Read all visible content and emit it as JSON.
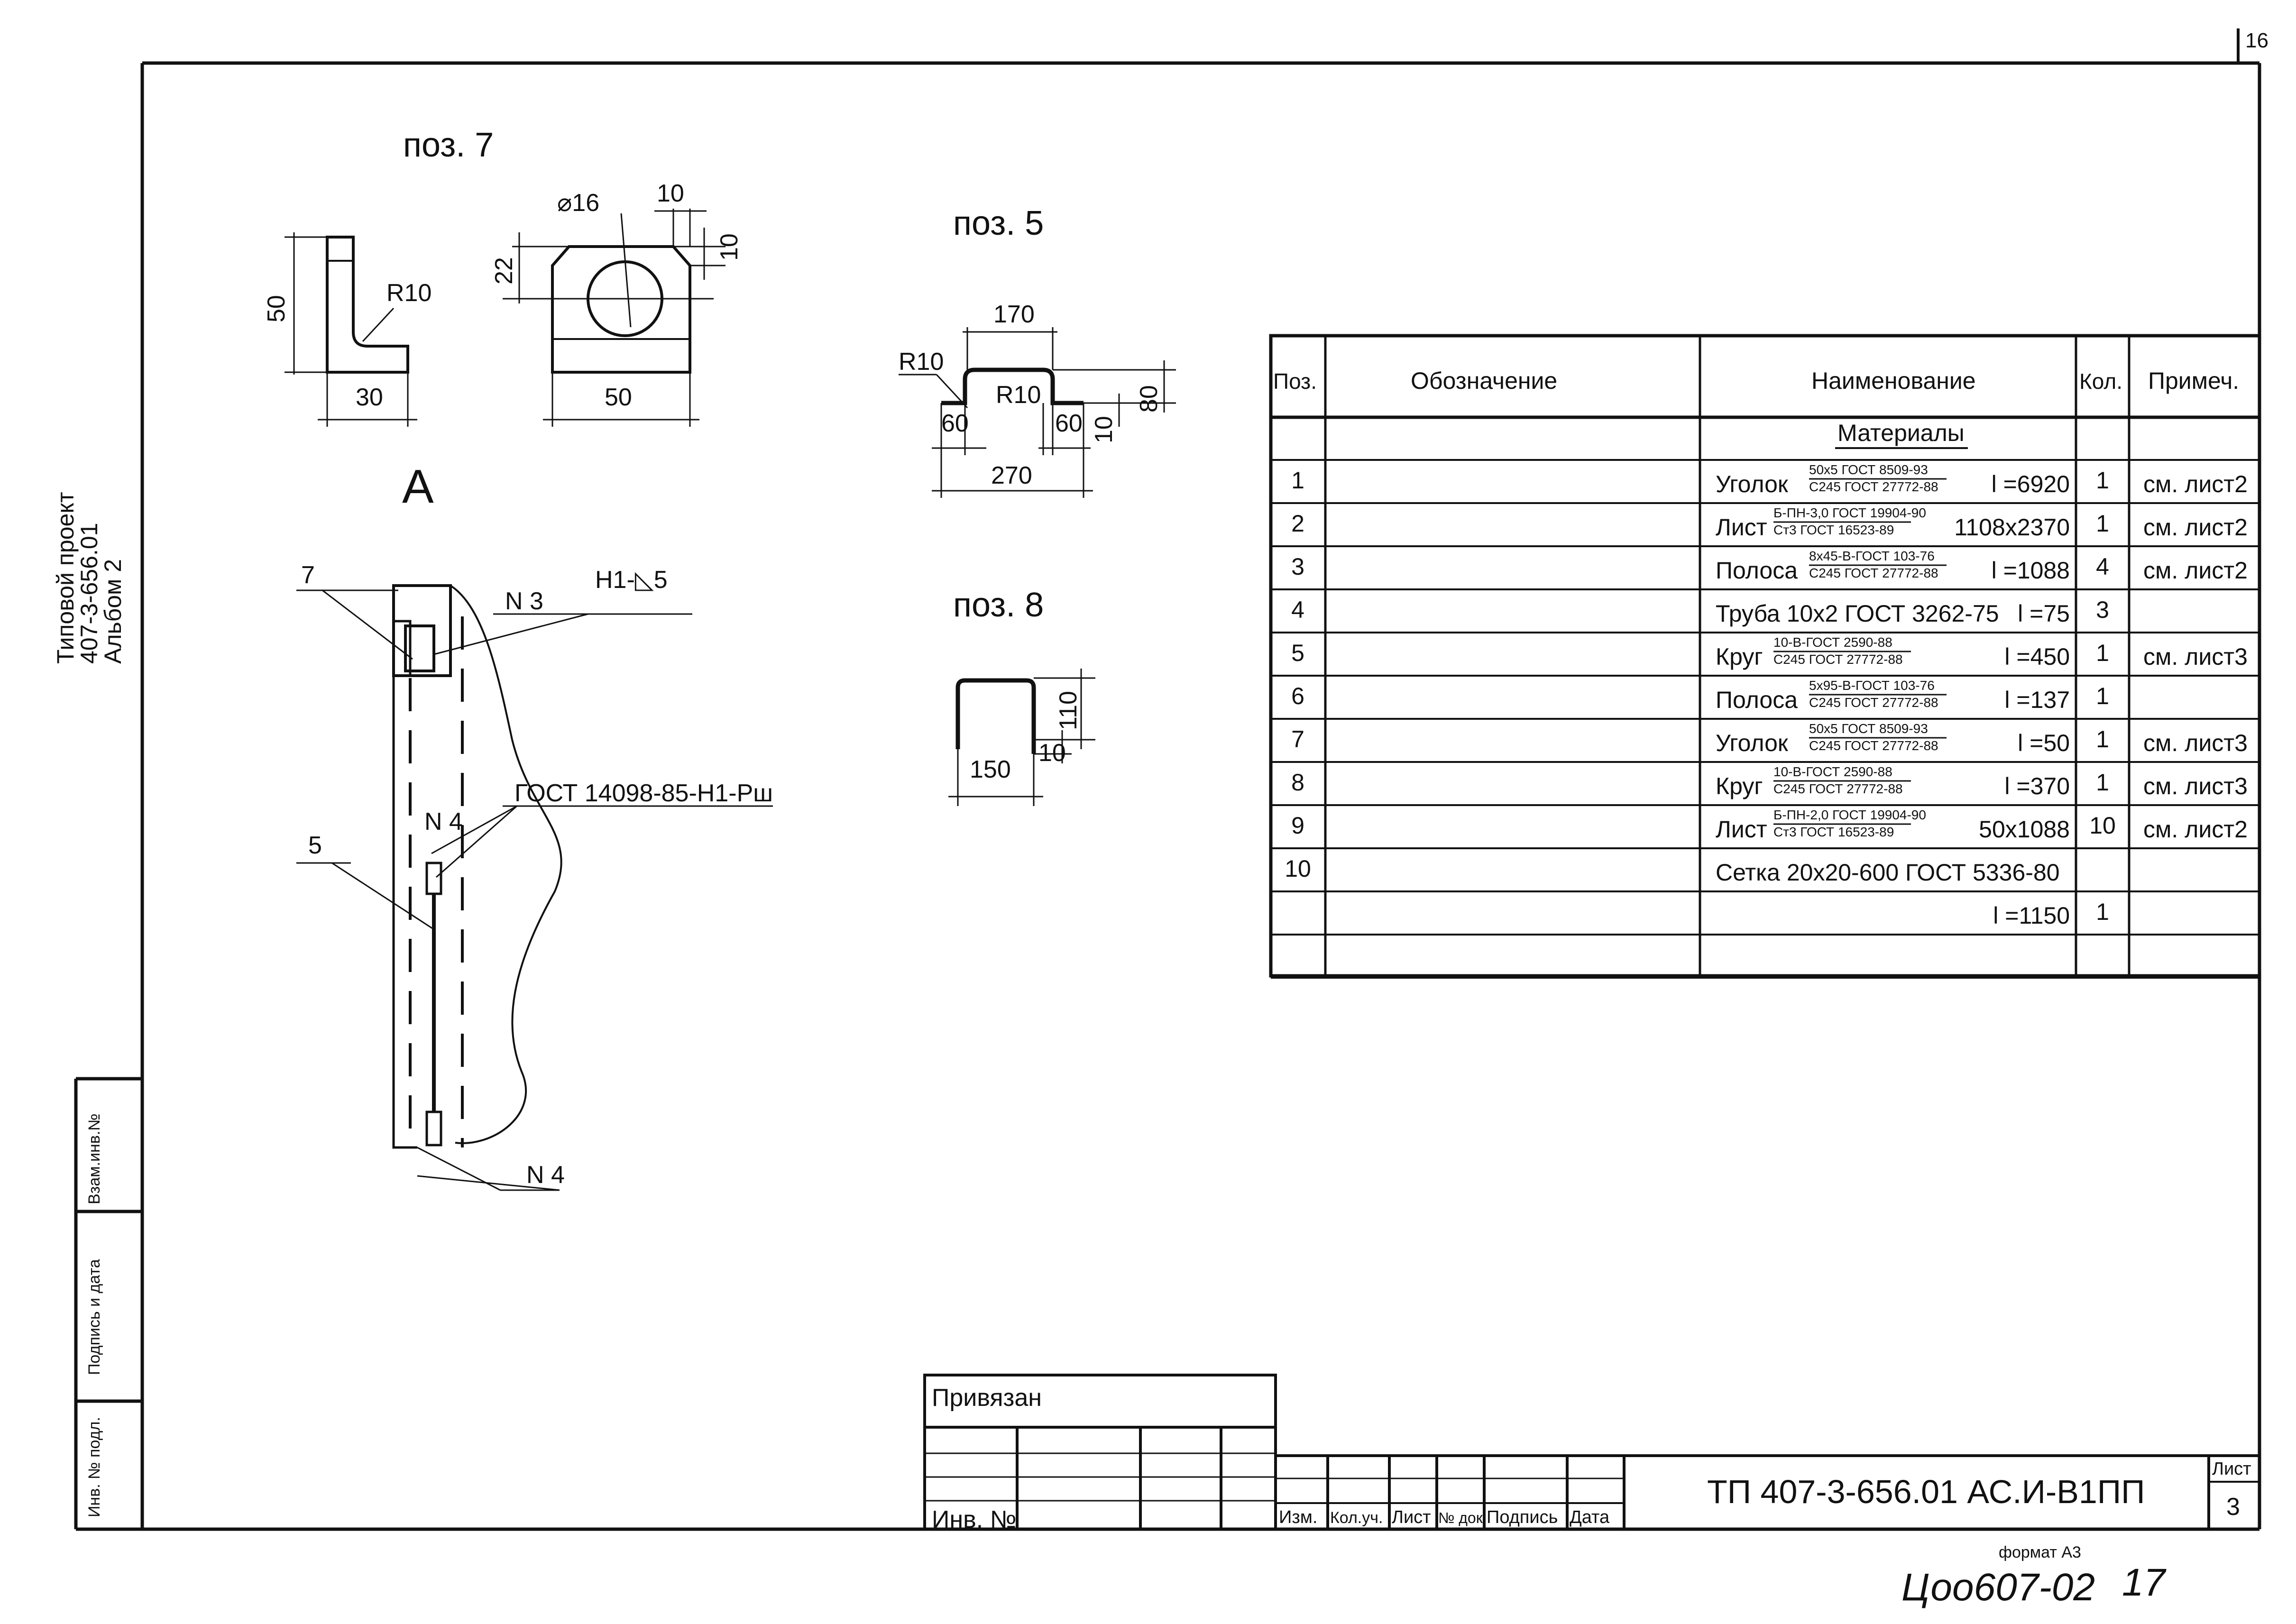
{
  "sheet_number_corner": "16",
  "side_label": {
    "line1": "Типовой проект",
    "line2": "407-3-656.01",
    "line3": "Альбом 2"
  },
  "stamp_left": {
    "inv_orig": "Инв. № подл.",
    "sign_date": "Подпись и дата",
    "vzam": "Взам.инв.№"
  },
  "details": {
    "poz7": {
      "title": "поз. 7",
      "dim_50": "50",
      "dim_r10": "R10",
      "dim_30": "30",
      "dim_d16": "⌀16",
      "dim_10a": "10",
      "dim_10b": "10",
      "dim_22": "22",
      "dim_50w": "50"
    },
    "poz5": {
      "title": "поз. 5",
      "dim_170": "170",
      "dim_r10a": "R10",
      "dim_r10b": "R10",
      "dim_80": "80",
      "dim_60a": "60",
      "dim_60b": "60",
      "dim_10": "10",
      "dim_270": "270"
    },
    "poz8": {
      "title": "поз. 8",
      "dim_110": "110",
      "dim_10": "10",
      "dim_150": "150"
    },
    "view_a": {
      "title": "А",
      "lbl_7": "7",
      "lbl_n3": "N 3",
      "lbl_h1": "Н1-◺5",
      "lbl_gost": "ГОСТ 14098-85-Н1-Рш",
      "lbl_n4a": "N 4",
      "lbl_5": "5",
      "lbl_n4b": "N 4"
    }
  },
  "spec_table": {
    "headers": {
      "pos": "Поз.",
      "designation": "Обозначение",
      "name": "Наименование",
      "qty": "Кол.",
      "note": "Примеч."
    },
    "section": "Материалы",
    "rows": [
      {
        "pos": "1",
        "name": "Уголок",
        "frac_top": "50х5 ГОСТ 8509-93",
        "frac_bot": "С245 ГОСТ 27772-88",
        "size": "l =6920",
        "qty": "1",
        "note": "см. лист2"
      },
      {
        "pos": "2",
        "name": "Лист",
        "frac_top": "Б-ПН-3,0 ГОСТ 19904-90",
        "frac_bot": "Ст3 ГОСТ 16523-89",
        "size": "1108х2370",
        "qty": "1",
        "note": "см. лист2"
      },
      {
        "pos": "3",
        "name": "Полоса",
        "frac_top": "8х45-В-ГОСТ 103-76",
        "frac_bot": "С245 ГОСТ 27772-88",
        "size": "l =1088",
        "qty": "4",
        "note": "см. лист2"
      },
      {
        "pos": "4",
        "name": "Труба 10х2 ГОСТ 3262-75",
        "frac_top": "",
        "frac_bot": "",
        "size": "l =75",
        "qty": "3",
        "note": ""
      },
      {
        "pos": "5",
        "name": "Круг",
        "frac_top": "10-В-ГОСТ 2590-88",
        "frac_bot": "С245 ГОСТ 27772-88",
        "size": "l =450",
        "qty": "1",
        "note": "см. лист3"
      },
      {
        "pos": "6",
        "name": "Полоса",
        "frac_top": "5х95-В-ГОСТ 103-76",
        "frac_bot": "С245 ГОСТ 27772-88",
        "size": "l =137",
        "qty": "1",
        "note": ""
      },
      {
        "pos": "7",
        "name": "Уголок",
        "frac_top": "50х5 ГОСТ 8509-93",
        "frac_bot": "С245 ГОСТ 27772-88",
        "size": "l =50",
        "qty": "1",
        "note": "см. лист3"
      },
      {
        "pos": "8",
        "name": "Круг",
        "frac_top": "10-В-ГОСТ 2590-88",
        "frac_bot": "С245 ГОСТ 27772-88",
        "size": "l =370",
        "qty": "1",
        "note": "см. лист3"
      },
      {
        "pos": "9",
        "name": "Лист",
        "frac_top": "Б-ПН-2,0 ГОСТ 19904-90",
        "frac_bot": "Ст3 ГОСТ 16523-89",
        "size": "50х1088",
        "qty": "10",
        "note": "см. лист2"
      },
      {
        "pos": "10",
        "name": "Сетка 20х20-600 ГОСТ 5336-80",
        "frac_top": "",
        "frac_bot": "",
        "size": "",
        "qty": "",
        "note": ""
      },
      {
        "pos": "",
        "name": "",
        "frac_top": "",
        "frac_bot": "",
        "size": "l =1150",
        "qty": "1",
        "note": ""
      },
      {
        "pos": "",
        "name": "",
        "frac_top": "",
        "frac_bot": "",
        "size": "",
        "qty": "",
        "note": ""
      }
    ]
  },
  "title_block": {
    "privyazan": "Привязан",
    "inv_no": "Инв. №",
    "cols": [
      "Изм.",
      "Кол.уч.",
      "Лист",
      "№ док.",
      "Подпись",
      "Дата"
    ],
    "designation": "ТП  407-3-656.01  АС.И-В1ПП",
    "sheet_label": "Лист",
    "sheet_number": "3"
  },
  "format": "формат А3",
  "handwritten": {
    "code": "Цоо607-02",
    "num": "17"
  }
}
